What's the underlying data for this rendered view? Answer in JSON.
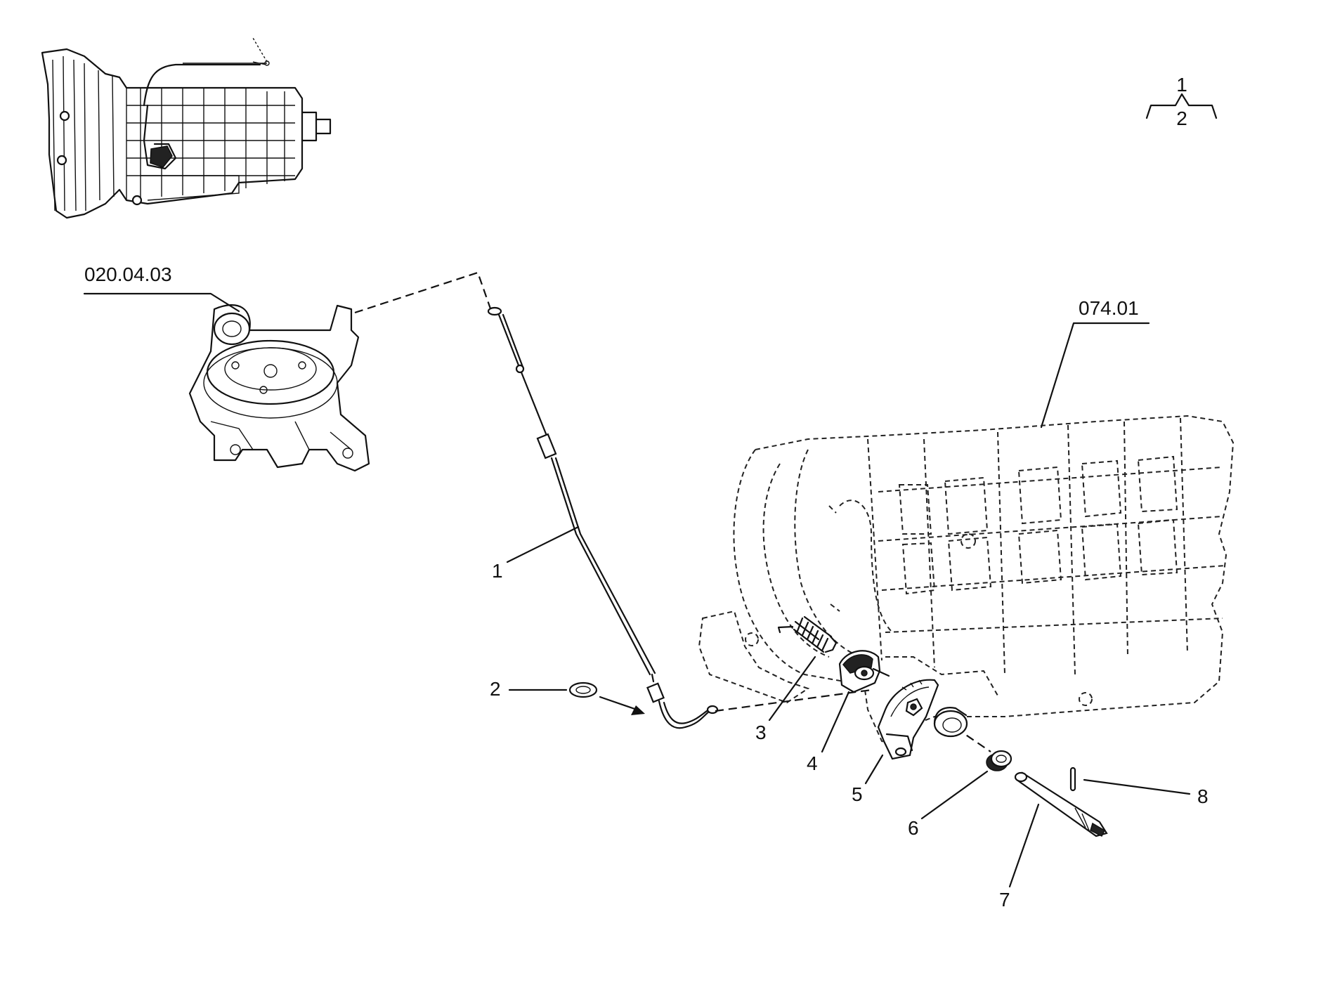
{
  "diagram": {
    "references": {
      "upper_assembly": "020.04.03",
      "transmission_case": "074.01"
    },
    "legend": {
      "top": "1",
      "bottom": "2"
    },
    "callouts": [
      {
        "id": "1",
        "label": "1"
      },
      {
        "id": "2",
        "label": "2"
      },
      {
        "id": "3",
        "label": "3"
      },
      {
        "id": "4",
        "label": "4"
      },
      {
        "id": "5",
        "label": "5"
      },
      {
        "id": "6",
        "label": "6"
      },
      {
        "id": "7",
        "label": "7"
      },
      {
        "id": "8",
        "label": "8"
      }
    ],
    "icons": {
      "thumbnail": "transmission-thumbnail-icon",
      "cable": "kickdown-cable-icon",
      "washer": "washer-icon",
      "spring": "spring-icon",
      "cam": "cam-icon",
      "lever": "lever-icon",
      "bushing": "bushing-icon",
      "shaft": "shaft-icon",
      "pin": "pin-icon"
    }
  }
}
